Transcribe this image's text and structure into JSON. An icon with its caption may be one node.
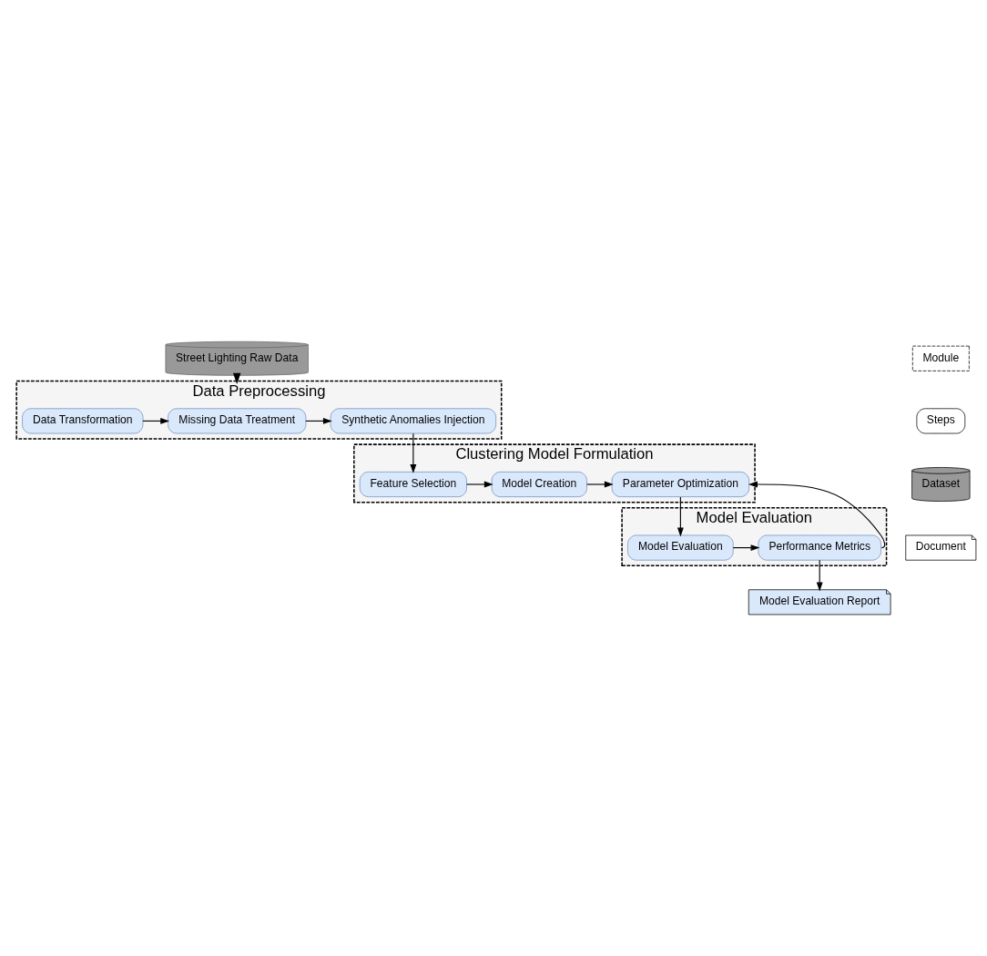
{
  "diagram": {
    "nodes": [
      {
        "text": [
          "Street Lighting Raw Data"
        ]
      },
      {
        "text": [
          "Data Preprocessing"
        ]
      },
      {
        "text": [
          "Data Transformation"
        ],
        "in": 1
      },
      {
        "text": [
          "Missing Data Treatment"
        ],
        "in": 1
      },
      {
        "text": [
          "Synthetic Anomalies Injection"
        ],
        "in": 1
      },
      {
        "text": [
          "Clustering Model Formulation"
        ]
      },
      {
        "text": [
          "Feature Selection"
        ],
        "in": 5
      },
      {
        "text": [
          "Model Creation"
        ],
        "in": 5
      },
      {
        "text": [
          "Parameter Optimization"
        ],
        "in": 5
      },
      {
        "text": [
          "Model Evaluation"
        ]
      },
      {
        "text": [
          "Model Evaluation"
        ],
        "in": 9
      },
      {
        "text": [
          "Performance Metrics"
        ],
        "in": 9
      },
      {
        "text": [
          "Model Evaluation Report"
        ]
      }
    ],
    "edges": [
      {
        "from": 0,
        "to": 1,
        "arrow": "to",
        "style": "thick"
      },
      {
        "from": 2,
        "to": 3,
        "arrow": "to"
      },
      {
        "from": 3,
        "to": 4,
        "arrow": "to"
      },
      {
        "from": 4,
        "to": 6,
        "arrow": "to"
      },
      {
        "from": 6,
        "to": 7,
        "arrow": "to"
      },
      {
        "from": 7,
        "to": 8,
        "arrow": "to"
      },
      {
        "from": 8,
        "to": 10,
        "arrow": "to"
      },
      {
        "from": 10,
        "to": 11,
        "arrow": "to"
      },
      {
        "from": 11,
        "to": 8,
        "arrow": "to"
      },
      {
        "from": 11,
        "to": 12,
        "arrow": "to"
      }
    ],
    "legend": [
      {
        "text": "Module"
      },
      {
        "text": "Steps"
      },
      {
        "text": "Dataset"
      },
      {
        "text": "Document"
      }
    ]
  }
}
